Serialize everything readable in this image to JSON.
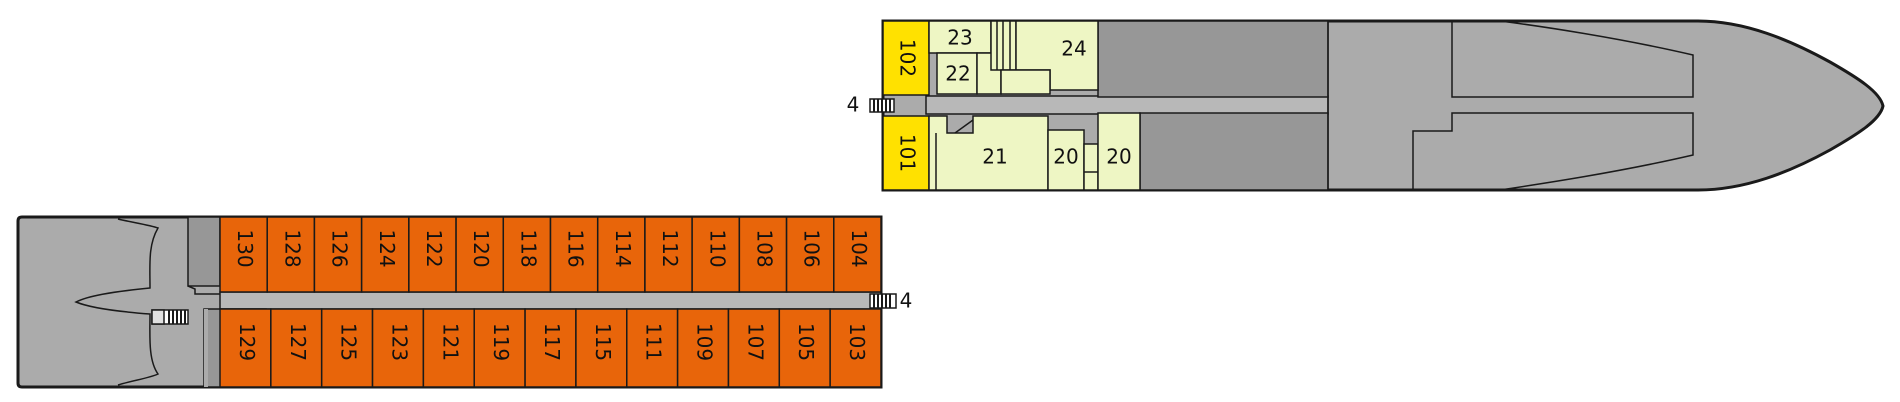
{
  "stair_label": "4",
  "colors": {
    "hull": "#ababab",
    "dark_area": "#979797",
    "corridor": "#b8b8b8",
    "cabin_orange": "#e8650a",
    "suite_yellow": "#ffe100",
    "public_green": "#eef6c4",
    "outline": "#1a1a1a"
  },
  "upper_deck": {
    "suites": [
      "102",
      "101"
    ],
    "public_rooms": [
      "23",
      "22",
      "24",
      "21",
      "20",
      "20"
    ]
  },
  "lower_deck": {
    "cabins_top": [
      "130",
      "128",
      "126",
      "124",
      "122",
      "120",
      "118",
      "116",
      "114",
      "112",
      "110",
      "108",
      "106",
      "104"
    ],
    "cabins_bottom": [
      "129",
      "127",
      "125",
      "123",
      "121",
      "119",
      "117",
      "115",
      "111",
      "109",
      "107",
      "105",
      "103"
    ]
  }
}
